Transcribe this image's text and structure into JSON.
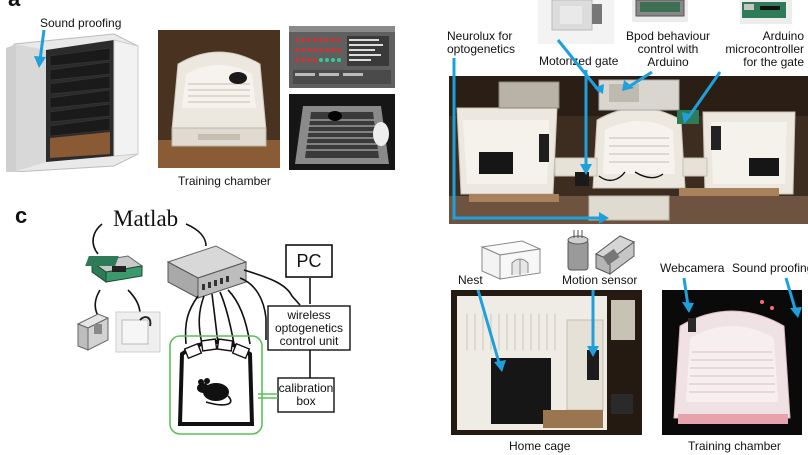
{
  "panel_a": {
    "letter": "a",
    "sound_proofing": "Sound proofing",
    "training_chamber": "Training chamber"
  },
  "panel_b": {
    "neurolux_line1": "Neurolux for",
    "neurolux_line2": "optogenetics",
    "motorized_gate": "Motorized gate",
    "bpod_line1": "Bpod behaviour",
    "bpod_line2": "control with",
    "bpod_line3": "Arduino",
    "arduino_line1": "Arduino",
    "arduino_line2": "microcontroller",
    "arduino_line3": "for the gate",
    "nest": "Nest",
    "motion_sensor": "Motion sensor",
    "webcamera": "Webcamera",
    "sound_proofing": "Sound proofing",
    "home_cage": "Home cage",
    "training_chamber": "Training chamber"
  },
  "panel_c": {
    "letter": "c",
    "matlab": "Matlab",
    "pc": "PC",
    "wireless_line1": "wireless",
    "wireless_line2": "optogenetics",
    "wireless_line3": "control unit",
    "calibration_line1": "calibration",
    "calibration_line2": "box"
  },
  "screen_window": {
    "title": "Bpod Control"
  },
  "colors": {
    "arrow": "#1ea0dc",
    "green_outline": "#59c25a",
    "cage_white": "#ece8df",
    "wood": "#b58658"
  }
}
